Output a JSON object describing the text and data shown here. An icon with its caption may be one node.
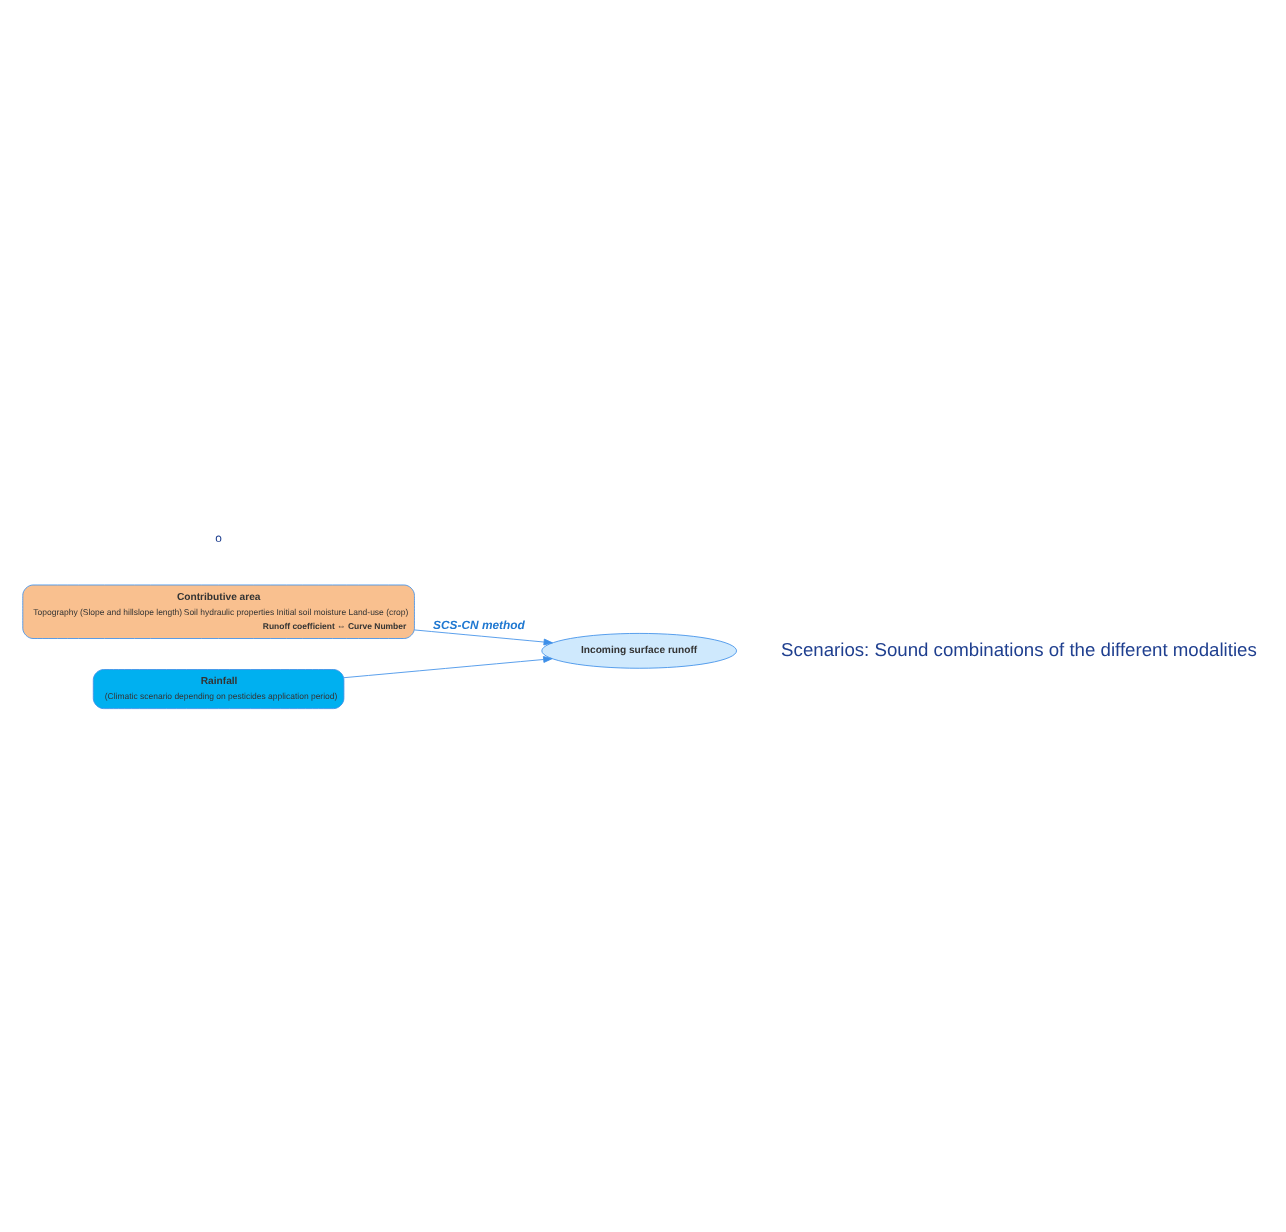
{
  "diagram": {
    "nodes": [
      {
        "text": [
          "Contributive area",
          "Topography (Slope and hillslope length)",
          "Soil hydraulic properties Initial soil moisture Land-use (crop)",
          "Runoff coefficient ⇔ Curve Number"
        ]
      },
      {
        "text": [
          "Rainfall",
          "(Climatic scenario depending on pesticides application period)"
        ]
      },
      {
        "text": [
          "Incoming surface runoff"
        ]
      }
    ],
    "edges": [
      {
        "from": 0,
        "to": 2,
        "arrow": "to",
        "label": "SCS-CN method"
      },
      {
        "from": 1,
        "to": 2,
        "arrow": "to"
      }
    ],
    "labels": [
      "Scenarios: Sound combinations of the different modalities",
      "o"
    ]
  }
}
